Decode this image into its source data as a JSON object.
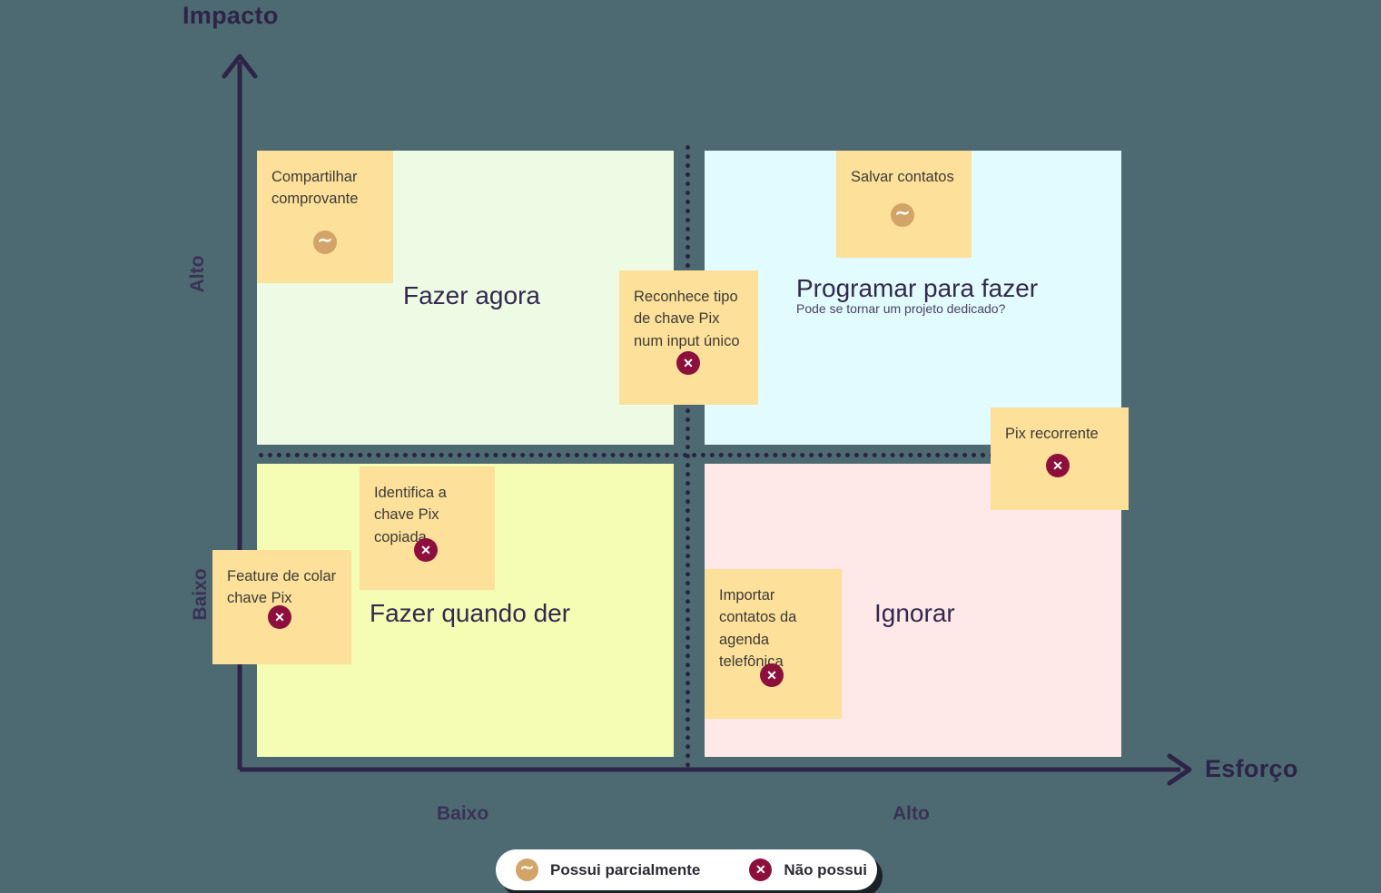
{
  "axes": {
    "y_title": "Impacto",
    "x_title": "Esforço",
    "y_high": "Alto",
    "y_low": "Baixo",
    "x_low": "Baixo",
    "x_high": "Alto"
  },
  "quadrants": [
    {
      "key": "fazer-agora",
      "label": "Fazer agora",
      "sub": "",
      "color": "#edfbe5"
    },
    {
      "key": "programar",
      "label": "Programar para fazer",
      "sub": "Pode se tornar um projeto dedicado?",
      "color": "#e2fbfe"
    },
    {
      "key": "fazer-quando-der",
      "label": "Fazer quando der",
      "sub": "",
      "color": "#f5fcb3"
    },
    {
      "key": "ignorar",
      "label": "Ignorar",
      "sub": "",
      "color": "#fee8e8"
    }
  ],
  "notes": [
    {
      "key": "compartilhar",
      "text": "Compartilhar\ncomprovante",
      "status": "partial",
      "quadrant": "fazer-agora"
    },
    {
      "key": "reconhece",
      "text": "Reconhece tipo\nde chave Pix\nnum input único",
      "status": "none",
      "quadrant": "fazer-agora"
    },
    {
      "key": "salvar",
      "text": "Salvar contatos",
      "status": "partial",
      "quadrant": "programar"
    },
    {
      "key": "pix-recorrente",
      "text": "Pix recorrente",
      "status": "none",
      "quadrant": "programar"
    },
    {
      "key": "identifica",
      "text": "Identifica a\nchave Pix\ncopiada",
      "status": "none",
      "quadrant": "fazer-quando-der"
    },
    {
      "key": "feature-colar",
      "text": "Feature de colar\nchave Pix",
      "status": "none",
      "quadrant": "fazer-quando-der"
    },
    {
      "key": "importar",
      "text": "Importar\ncontatos da\nagenda\ntelefônica",
      "status": "none",
      "quadrant": "ignorar"
    }
  ],
  "legend": {
    "partial_label": "Possui parcialmente",
    "none_label": "Não possui",
    "partial_glyph": "∼",
    "none_glyph": "✕"
  },
  "colors": {
    "background": "#4d6a72",
    "ink": "#2e2447",
    "note": "#fde09a",
    "badge_partial": "#d2a468",
    "badge_none": "#8c0f3c"
  }
}
